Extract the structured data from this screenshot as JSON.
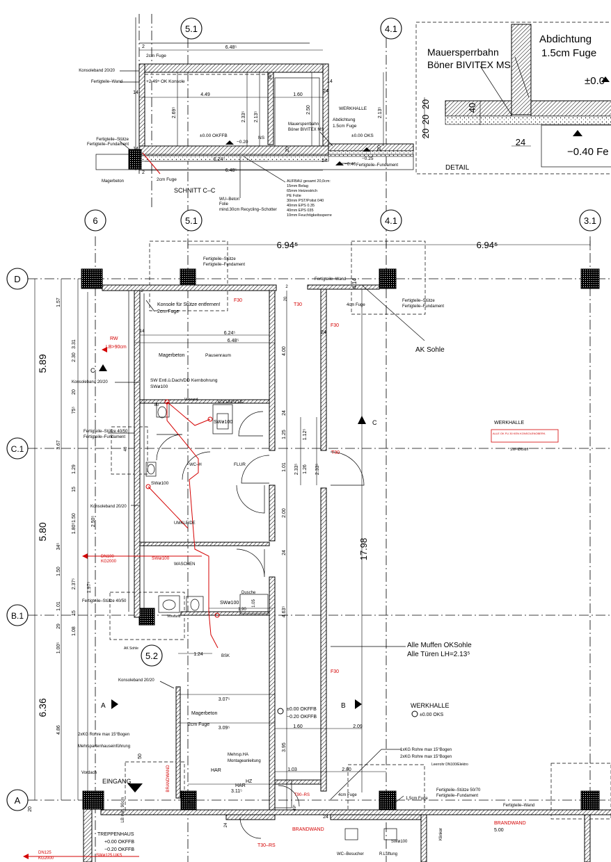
{
  "axes": {
    "x": [
      "6",
      "5.1",
      "4.1",
      "3.1",
      "5.2"
    ],
    "y": [
      "D",
      "C.1",
      "B.1",
      "A"
    ]
  },
  "section": {
    "title": "SCHNITT C–C",
    "labels": {
      "konsolband": "Konsoleband 20/20",
      "fert_wand": "Fertigteile–Wand",
      "ok_konsole": "+2.49⁵ OK Konsole",
      "fert_stuetze": "Fertigteile–Stütze",
      "fert_fundament": "Fertigteile–Fundament",
      "magerbeton": "Magerbeton",
      "fuge_top": "2cm Fuge",
      "fuge_bottom": "2cm Fuge",
      "okffb": "±0.00 OKFFB",
      "minus020": "−0.20",
      "ns": "NS",
      "werkhalle": "WERKHALLE",
      "abdichtung": "Abdichtung",
      "fuge15": "1.5cm Fuge",
      "mauersperr1": "Mauersperrbahn",
      "mauersperr2": "Böner BIVITEX MS",
      "oks": "±0.00 OKS",
      "minus025": "−0.25",
      "minus040": "−0.40",
      "fert_fundament2": "Fertigteile–Fundament",
      "wu1": "WU–Beton",
      "wu2": "Folie",
      "wu3": "mind.30cm Recycling–Schotter"
    },
    "dims": [
      "6.48⁵",
      "6.48⁵",
      "6.24⁵",
      "4.49",
      "1.60",
      "2.69⁵",
      "2.33⁵",
      "2.13⁵",
      "2.50",
      "2.13⁵",
      "36⁵",
      "24",
      "24",
      "14",
      "14",
      "20",
      "20",
      "2",
      "2",
      "14"
    ],
    "layers": [
      "AUFBAU gesamt 20,0cm:",
      "15mm Belag",
      "65mm Heizestrich",
      "PE Folie",
      "30mm PST/Polist 040",
      "40mm EPS 0.35",
      "40mm EPS 035",
      "10mm Feuchtigkeitssperre"
    ]
  },
  "detail": {
    "title": "DETAIL",
    "abdichtung": "Abdichtung",
    "fuge": "1.5cm Fuge",
    "mauer1": "Mauersperrbahn",
    "mauer2": "Böner BIVITEX MS",
    "plus": "±0.0",
    "minus": "−0.40 Fe",
    "dims": [
      "20",
      "20",
      "40",
      "20",
      "24"
    ]
  },
  "plan": {
    "spans": [
      "6.94⁵",
      "6.94⁵"
    ],
    "left_dims_big": [
      "5.89",
      "5.80",
      "6.36"
    ],
    "left_dims": [
      "1.57",
      "3.31",
      "2.30",
      "20",
      "75⁵",
      "3.67",
      "1.29",
      "15",
      "1.50",
      "1.80⁵",
      "2.50⁵",
      "34⁵",
      "1.50",
      "2.37⁵",
      "1.97⁵",
      "1.01",
      "15",
      "29",
      "1.08",
      "1.00⁵",
      "4.86",
      "20"
    ],
    "labels": {
      "fert_stuetze_top1": "Fertigteile–Stütze",
      "fert_fund_top1": "Fertigteile–Fundament",
      "konsole1": "Konsole für Stütze entfernen!",
      "konsole2": "2cm Fuge",
      "t30a": "T30",
      "f30a": "F30",
      "t30b": "T30",
      "f30b": "F30",
      "fert_wand_top": "Fertigteile–Wand",
      "fuge4": "4cm Fuge",
      "fert_stuetze_r": "Fertigteile–Stütze",
      "fert_fund_r": "Fertigteile–Fundament",
      "ak_sohle": "AK Sohle",
      "rw": "RW",
      "lb90": "LB>90cm",
      "magerbeton": "Magerbeton",
      "pausenraum": "Pausenraum",
      "c_mark": "C",
      "konsolband1": "Konsoleband 20/20",
      "sw_entl": "SW Entl.ü.Dach/DD Kernbohrung",
      "sw100a": "SWø100",
      "kochnische": "KOCHNISCHE",
      "vorwand": "Vorwand",
      "sw100b": "SWø100",
      "fert_stuetze_40": "Fertigteile–Stütze 40/50",
      "fert_fund_b": "Fertigteile–Fundament",
      "wc_h": "WC–H",
      "flur": "FLUR",
      "sw100c": "SWø100",
      "umkleide": "UMKLEIDE",
      "konsolband2": "Konsoleband 20/20",
      "dn100": "DN100",
      "kg2000": "KG2000",
      "sw100d": "SWø100",
      "waschen": "WASCHEN",
      "fert_stuetze_40b": "Fertigteile–Stütze 40/50",
      "dusche": "Dusche",
      "sw100e": "SWø100",
      "vorwand2": "Vorwand",
      "ak_sohle2": "AK Sohle",
      "bsk": "BSK",
      "werkhalle": "WERKHALLE",
      "sw_legend": "SW–Ø/Bluff",
      "c_mark2": "C",
      "muffen1": "Alle Muffen OKSohle",
      "muffen2": "Alle Türen LH=2.13⁵",
      "konsolband3": "Konsoleband 20/20",
      "magerbeton2": "Magerbeton",
      "fuge2": "2cm Fuge",
      "okffb": "±0.00 OKFFB",
      "minus020": "−0.20 OKFFB",
      "b_mark": "B",
      "a_mark": "A",
      "werkhalle2": "WERKHALLE",
      "oks": "±0.00 OKS",
      "rohre1": "2xKG Rohre max 15°Bogen",
      "mehrsparten": "Mehrspartenhauseinführung",
      "mehrsp_ha1": "Mehrsp.HA",
      "mehrsp_ha2": "Montageanleitung",
      "rohre2": "1xKG Rohre max 15°Bogen",
      "rohre3": "2xKG Rohre max 15°Bogen",
      "leerrohr": "Leerrohr DN100/Elektro",
      "vordach": "Vordach",
      "eingang": "EINGANG",
      "lb90b": "LB min. 90cm",
      "brandwand": "BRANDWAND",
      "har1": "HAR",
      "har2": "HAR",
      "hz": "HZ",
      "t90": "T90–RS",
      "fuge4b": "4cm Fuge",
      "fuge15": "1.5cm Fuge",
      "fert_stuetze_50": "Fertigteile–Stütze 50/70",
      "fert_fund_c": "Fertigteile–Fundament",
      "fert_wand_bot": "Fertigteile–Wand",
      "brandwand2": "BRANDWAND",
      "brandwand3": "BRANDWAND",
      "treppenhaus": "TREPPENHAUS",
      "okffb2": "+0.00 OKFFB",
      "minus020b": "−0.20 OKFFB",
      "t30rs": "T30–RS",
      "wc_besucher": "WC–Besucher",
      "rlueftung": "R.Lüftung",
      "klinker": "Klinker",
      "dn125": "DN125",
      "kg2000b": "KG2000",
      "sw125": "SWø125 UKS",
      "val500": "5.00",
      "swo100": "SWø100",
      "werkhalle_notes": "ALLE OK FU 30 KEN KONSOLENOBERK."
    },
    "dims": [
      "6.24⁵",
      "6.48⁵",
      "4.00",
      "24",
      "1.25",
      "24",
      "1.12⁵",
      "1.01",
      "1.26",
      "2.33⁵",
      "2.33⁵",
      "2.00",
      "24",
      "4.63⁵",
      "1.24",
      "3.07⁵",
      "3.09⁵",
      "1.60",
      "2.09",
      "3.95",
      "1.03",
      "2.80",
      "3.11⁵",
      "17.98",
      "4.14",
      "24",
      "80",
      "40",
      "1.05",
      "1.90",
      "2",
      "14",
      "2",
      "20",
      "24",
      "49⁵",
      "50",
      "70"
    ]
  }
}
